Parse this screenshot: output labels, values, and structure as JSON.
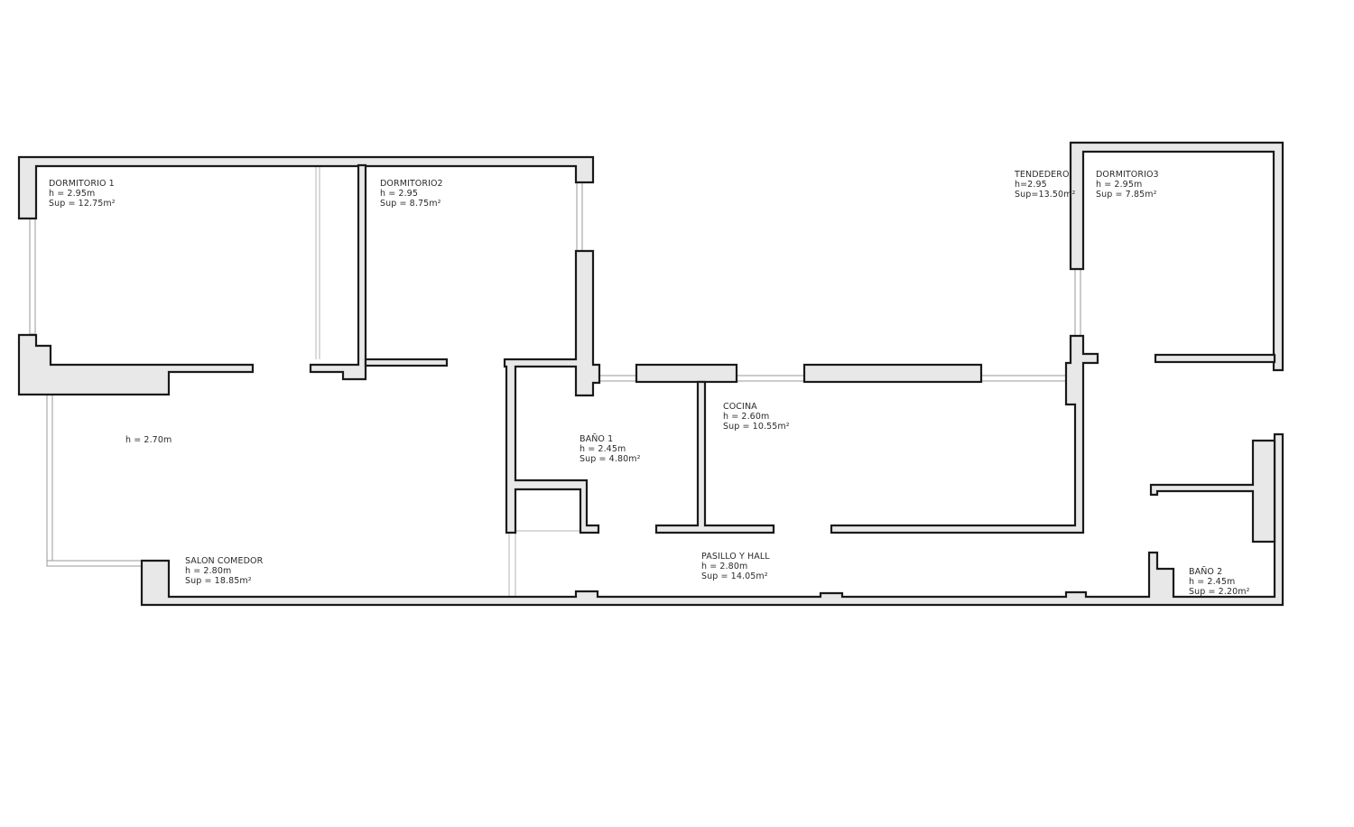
{
  "plan": {
    "rooms": [
      {
        "id": "dormitorio1",
        "lines": [
          "DORMITORIO 1",
          "h = 2.95m",
          "Sup = 12.75m²"
        ]
      },
      {
        "id": "dormitorio2",
        "lines": [
          "DORMITORIO2",
          "h = 2.95",
          "Sup = 8.75m²"
        ]
      },
      {
        "id": "tendedero",
        "lines": [
          "TENDEDERO",
          "h=2.95",
          "Sup=13.50m²"
        ]
      },
      {
        "id": "dormitorio3",
        "lines": [
          "DORMITORIO3",
          "h = 2.95m",
          "Sup = 7.85m²"
        ]
      },
      {
        "id": "cocina",
        "lines": [
          "COCINA",
          "h = 2.60m",
          "Sup = 10.55m²"
        ]
      },
      {
        "id": "bano1",
        "lines": [
          "BAÑO 1",
          "h = 2.45m",
          "Sup = 4.80m²"
        ]
      },
      {
        "id": "salon-height",
        "lines": [
          "h = 2.70m"
        ]
      },
      {
        "id": "salon-comedor",
        "lines": [
          "SALON COMEDOR",
          "h = 2.80m",
          "Sup = 18.85m²"
        ]
      },
      {
        "id": "pasillo-hall",
        "lines": [
          "PASILLO Y HALL",
          "h = 2.80m",
          "Sup = 14.05m²"
        ]
      },
      {
        "id": "bano2",
        "lines": [
          "BAÑO 2",
          "h = 2.45m",
          "Sup = 2.20m²"
        ]
      }
    ]
  }
}
